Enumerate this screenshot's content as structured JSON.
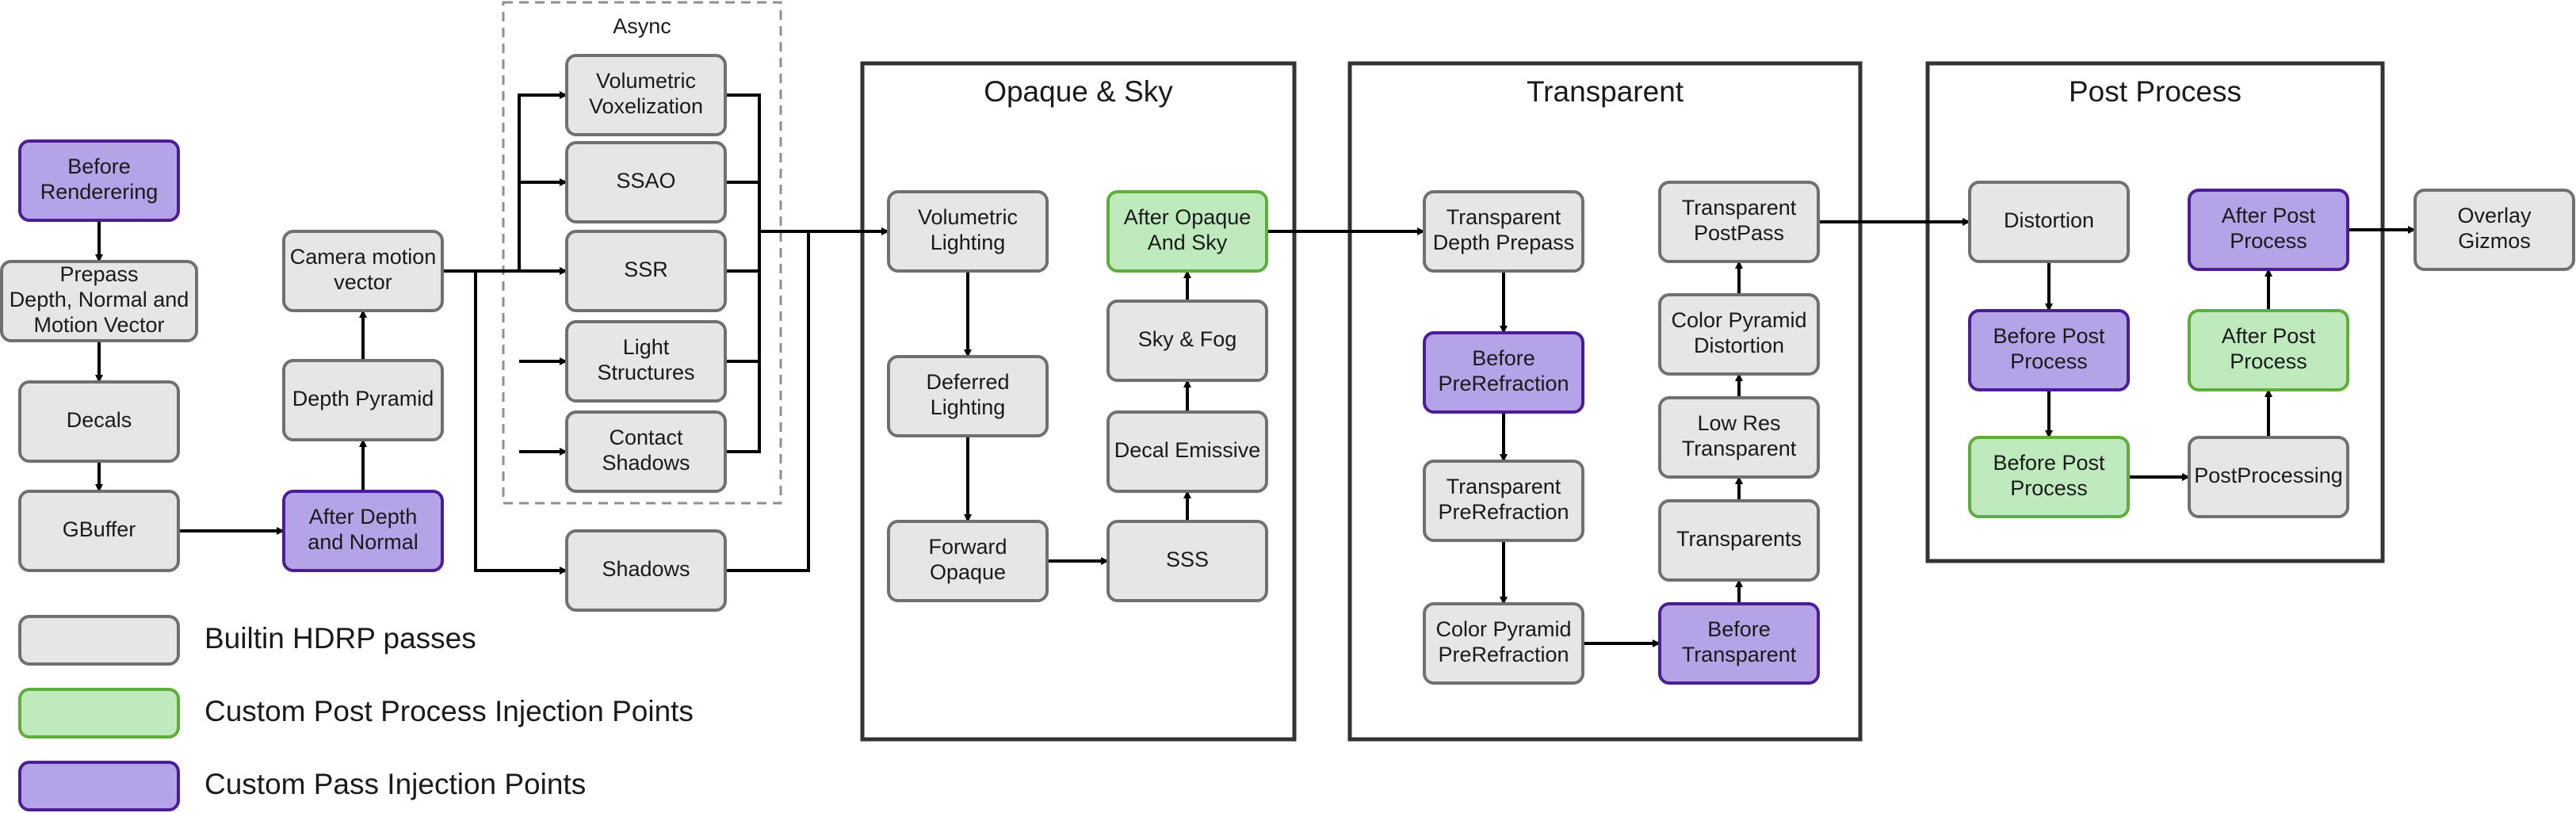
{
  "colors": {
    "builtin_fill": "#e6e6e6",
    "builtin_stroke": "#707070",
    "post_fill": "#bfeabd",
    "post_stroke": "#5fae3c",
    "custom_fill": "#b5a3e8",
    "custom_stroke": "#4b1e96",
    "frame": "#333333",
    "async_frame": "#8f8f8f"
  },
  "groups": {
    "async": "Async",
    "opaque_sky": "Opaque & Sky",
    "transparent": "Transparent",
    "post_process": "Post Process"
  },
  "nodes": {
    "before_rendering": [
      "Before",
      "Renderering"
    ],
    "prepass": [
      "Prepass",
      "Depth, Normal and",
      "Motion Vector"
    ],
    "decals": [
      "Decals"
    ],
    "gbuffer": [
      "GBuffer"
    ],
    "after_depth_normal": [
      "After Depth",
      "and Normal"
    ],
    "depth_pyramid": [
      "Depth Pyramid"
    ],
    "camera_motion": [
      "Camera motion",
      "vector"
    ],
    "vol_voxel": [
      "Volumetric",
      "Voxelization"
    ],
    "ssao": [
      "SSAO"
    ],
    "ssr": [
      "SSR"
    ],
    "light_structures": [
      "Light",
      "Structures"
    ],
    "contact_shadows": [
      "Contact",
      "Shadows"
    ],
    "shadows": [
      "Shadows"
    ],
    "vol_lighting": [
      "Volumetric",
      "Lighting"
    ],
    "deferred_lighting": [
      "Deferred",
      "Lighting"
    ],
    "forward_opaque": [
      "Forward",
      "Opaque"
    ],
    "sss": [
      "SSS"
    ],
    "decal_emissive": [
      "Decal Emissive"
    ],
    "sky_fog": [
      "Sky & Fog"
    ],
    "after_opaque_sky": [
      "After Opaque",
      "And Sky"
    ],
    "transp_depth_prepass": [
      "Transparent",
      "Depth Prepass"
    ],
    "before_prerefraction": [
      "Before",
      "PreRefraction"
    ],
    "transp_prerefraction": [
      "Transparent",
      "PreRefraction"
    ],
    "color_pyr_prerefraction": [
      "Color Pyramid",
      "PreRefraction"
    ],
    "before_transparent": [
      "Before",
      "Transparent"
    ],
    "transparents": [
      "Transparents"
    ],
    "low_res_transparent": [
      "Low Res",
      "Transparent"
    ],
    "color_pyr_distortion": [
      "Color Pyramid",
      "Distortion"
    ],
    "transp_postpass": [
      "Transparent",
      "PostPass"
    ],
    "distortion": [
      "Distortion"
    ],
    "before_post_process_custom": [
      "Before Post",
      "Process"
    ],
    "before_post_process_injection": [
      "Before Post",
      "Process"
    ],
    "postprocessing": [
      "PostProcessing"
    ],
    "after_post_process_injection": [
      "After Post",
      "Process"
    ],
    "after_post_process_custom": [
      "After Post",
      "Process"
    ],
    "overlay_gizmos": [
      "Overlay",
      "Gizmos"
    ]
  },
  "legend": [
    {
      "kind": "builtin",
      "label": "Builtin HDRP passes"
    },
    {
      "kind": "post",
      "label": "Custom Post Process Injection Points"
    },
    {
      "kind": "custom",
      "label": "Custom Pass Injection Points"
    }
  ]
}
